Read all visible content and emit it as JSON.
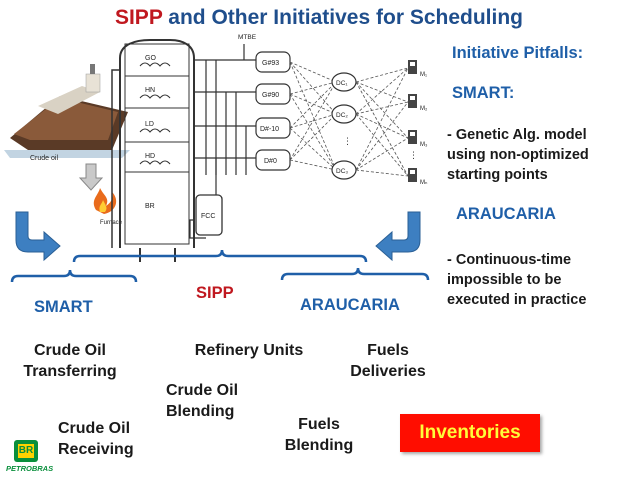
{
  "title": {
    "highlight": "SIPP",
    "rest": " and Other Initiatives for Scheduling"
  },
  "pitfalls": {
    "heading": "Initiative Pitfalls:",
    "smart_heading": "SMART:",
    "smart_lines": [
      "- Genetic Alg. model",
      "using non-optimized",
      "starting points"
    ],
    "araucaria_heading": "ARAUCARIA",
    "araucaria_lines": [
      "- Continuous-time",
      "impossible to be",
      "executed in practice"
    ]
  },
  "diagram": {
    "tower_labels": [
      "GO",
      "HN",
      "LD",
      "HD",
      "BR"
    ],
    "crude_label": "Crude oil",
    "furnace_label": "Furnace",
    "fcc_label": "FCC",
    "mtbe_label": "MTBE",
    "product_tanks": [
      "G#93",
      "G#90",
      "D#-10",
      "D#0"
    ],
    "dc_nodes": [
      "DC₁",
      "DC₂",
      "DC₃"
    ],
    "markets": [
      "M₁",
      "M₂",
      "M₃",
      "Mₙ"
    ]
  },
  "brackets": {
    "smart": "SMART",
    "sipp": "SIPP",
    "araucaria": "ARAUCARIA"
  },
  "stages": {
    "crude_transferring": [
      "Crude Oil",
      "Transferring"
    ],
    "refinery_units": "Refinery Units",
    "fuels_deliveries": [
      "Fuels",
      "Deliveries"
    ],
    "crude_blending": [
      "Crude Oil",
      "Blending"
    ],
    "crude_receiving": [
      "Crude Oil",
      "Receiving"
    ],
    "fuels_blending": [
      "Fuels",
      "Blending"
    ]
  },
  "inventories_label": "Inventories",
  "logo": {
    "mark": "BR",
    "name": "PETROBRAS"
  },
  "colors": {
    "title_blue": "#1f4e8c",
    "accent_red": "#c0181f",
    "label_blue": "#1f5fa8",
    "arrow_blue": "#3d7fc1",
    "inventory_bg": "#ff0d00",
    "inventory_text": "#fffb3a",
    "logo_green": "#0a8f3c"
  }
}
